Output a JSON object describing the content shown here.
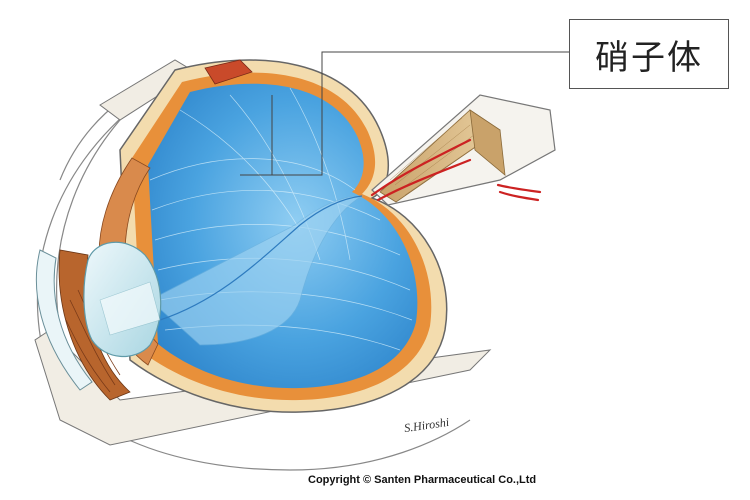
{
  "label": {
    "text": "硝子体"
  },
  "signature": "S.Hiroshi",
  "copyright": "Copyright © Santen Pharmaceutical Co.,Ltd",
  "colors": {
    "vitreous": "#4aa3e0",
    "vitreous_light": "#bfe3f7",
    "choroid": "#e8903a",
    "sclera": "#f3dcae",
    "iris": "#b8652d",
    "lens": "#d8eef3",
    "vessel": "#cc2222",
    "optic_nerve": "#d9b98a",
    "outline": "#555555"
  }
}
